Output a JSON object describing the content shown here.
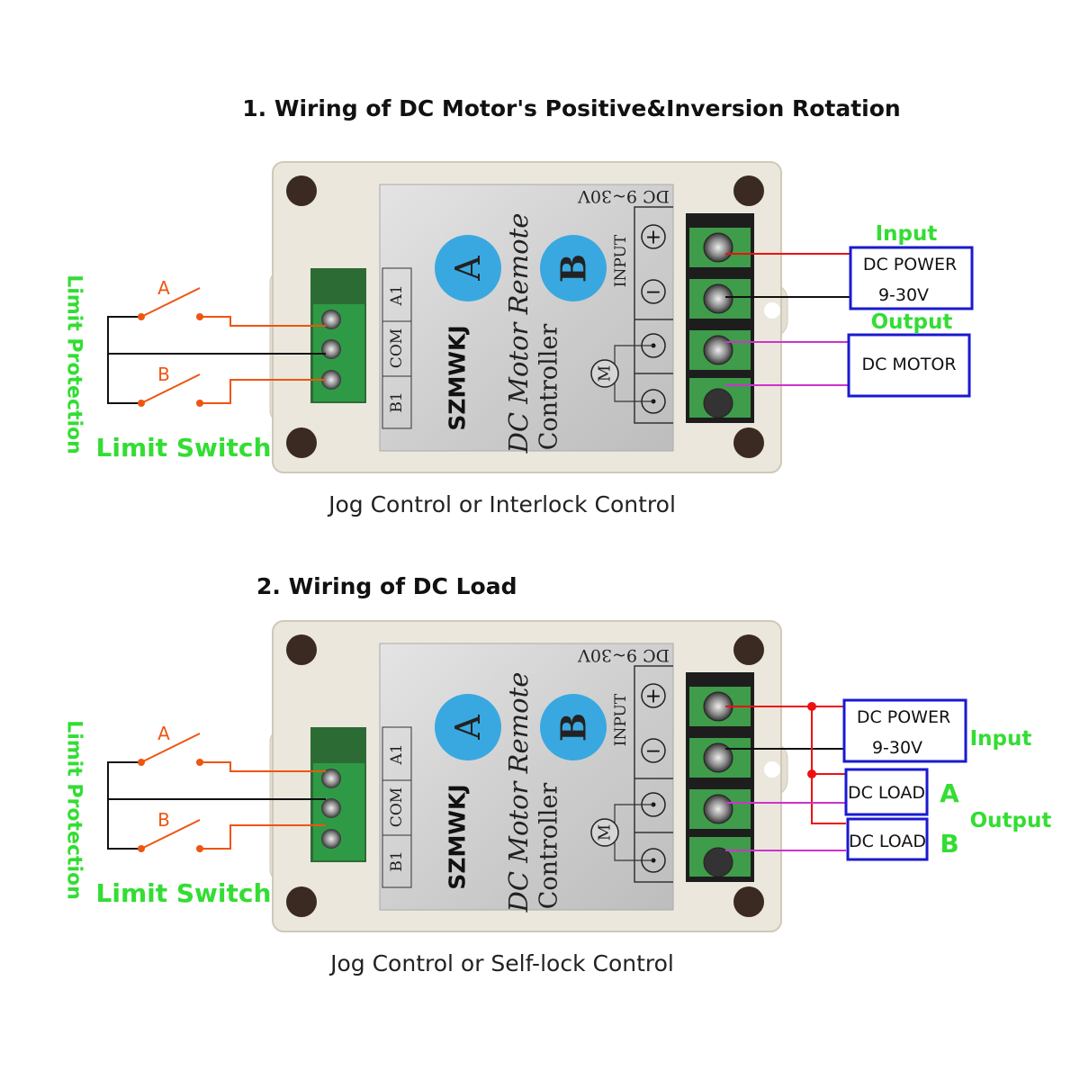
{
  "colors": {
    "label_green": "#33dd33",
    "box_blue": "#1a1ad0",
    "wire_red": "#ee1111",
    "wire_magenta": "#cc33cc",
    "wire_orange": "#ee5511",
    "button_blue": "#3aa8e0"
  },
  "device": {
    "brand": "SZMWKJ",
    "name_line1": "DC Motor Remote",
    "name_line2": "Controller",
    "voltage": "DC 9~30V",
    "input_label": "INPUT",
    "button_a": "A",
    "button_b": "B",
    "terminal_a1": "A1",
    "terminal_com": "COM",
    "terminal_b1": "B1",
    "plus": "+",
    "minus": "−",
    "motor_symbol": "M"
  },
  "diagram1": {
    "title": "1. Wiring of DC Motor's Positive&Inversion Rotation",
    "caption": "Jog Control or Interlock Control",
    "limit_protection": "Limit Protection",
    "limit_switch": "Limit Switch",
    "switch_a": "A",
    "switch_b": "B",
    "input_label": "Input",
    "output_label": "Output",
    "power_box_line1": "DC  POWER",
    "power_box_line2": "9-30V",
    "motor_box": "DC MOTOR"
  },
  "diagram2": {
    "title": "2. Wiring of DC Load",
    "caption": "Jog Control or Self-lock Control",
    "limit_protection": "Limit Protection",
    "limit_switch": "Limit Switch",
    "switch_a": "A",
    "switch_b": "B",
    "input_label": "Input",
    "output_label": "Output",
    "power_box_line1": "DC  POWER",
    "power_box_line2": "9-30V",
    "load_a_box": "DC LOAD",
    "load_b_box": "DC LOAD",
    "load_a_label": "A",
    "load_b_label": "B"
  }
}
